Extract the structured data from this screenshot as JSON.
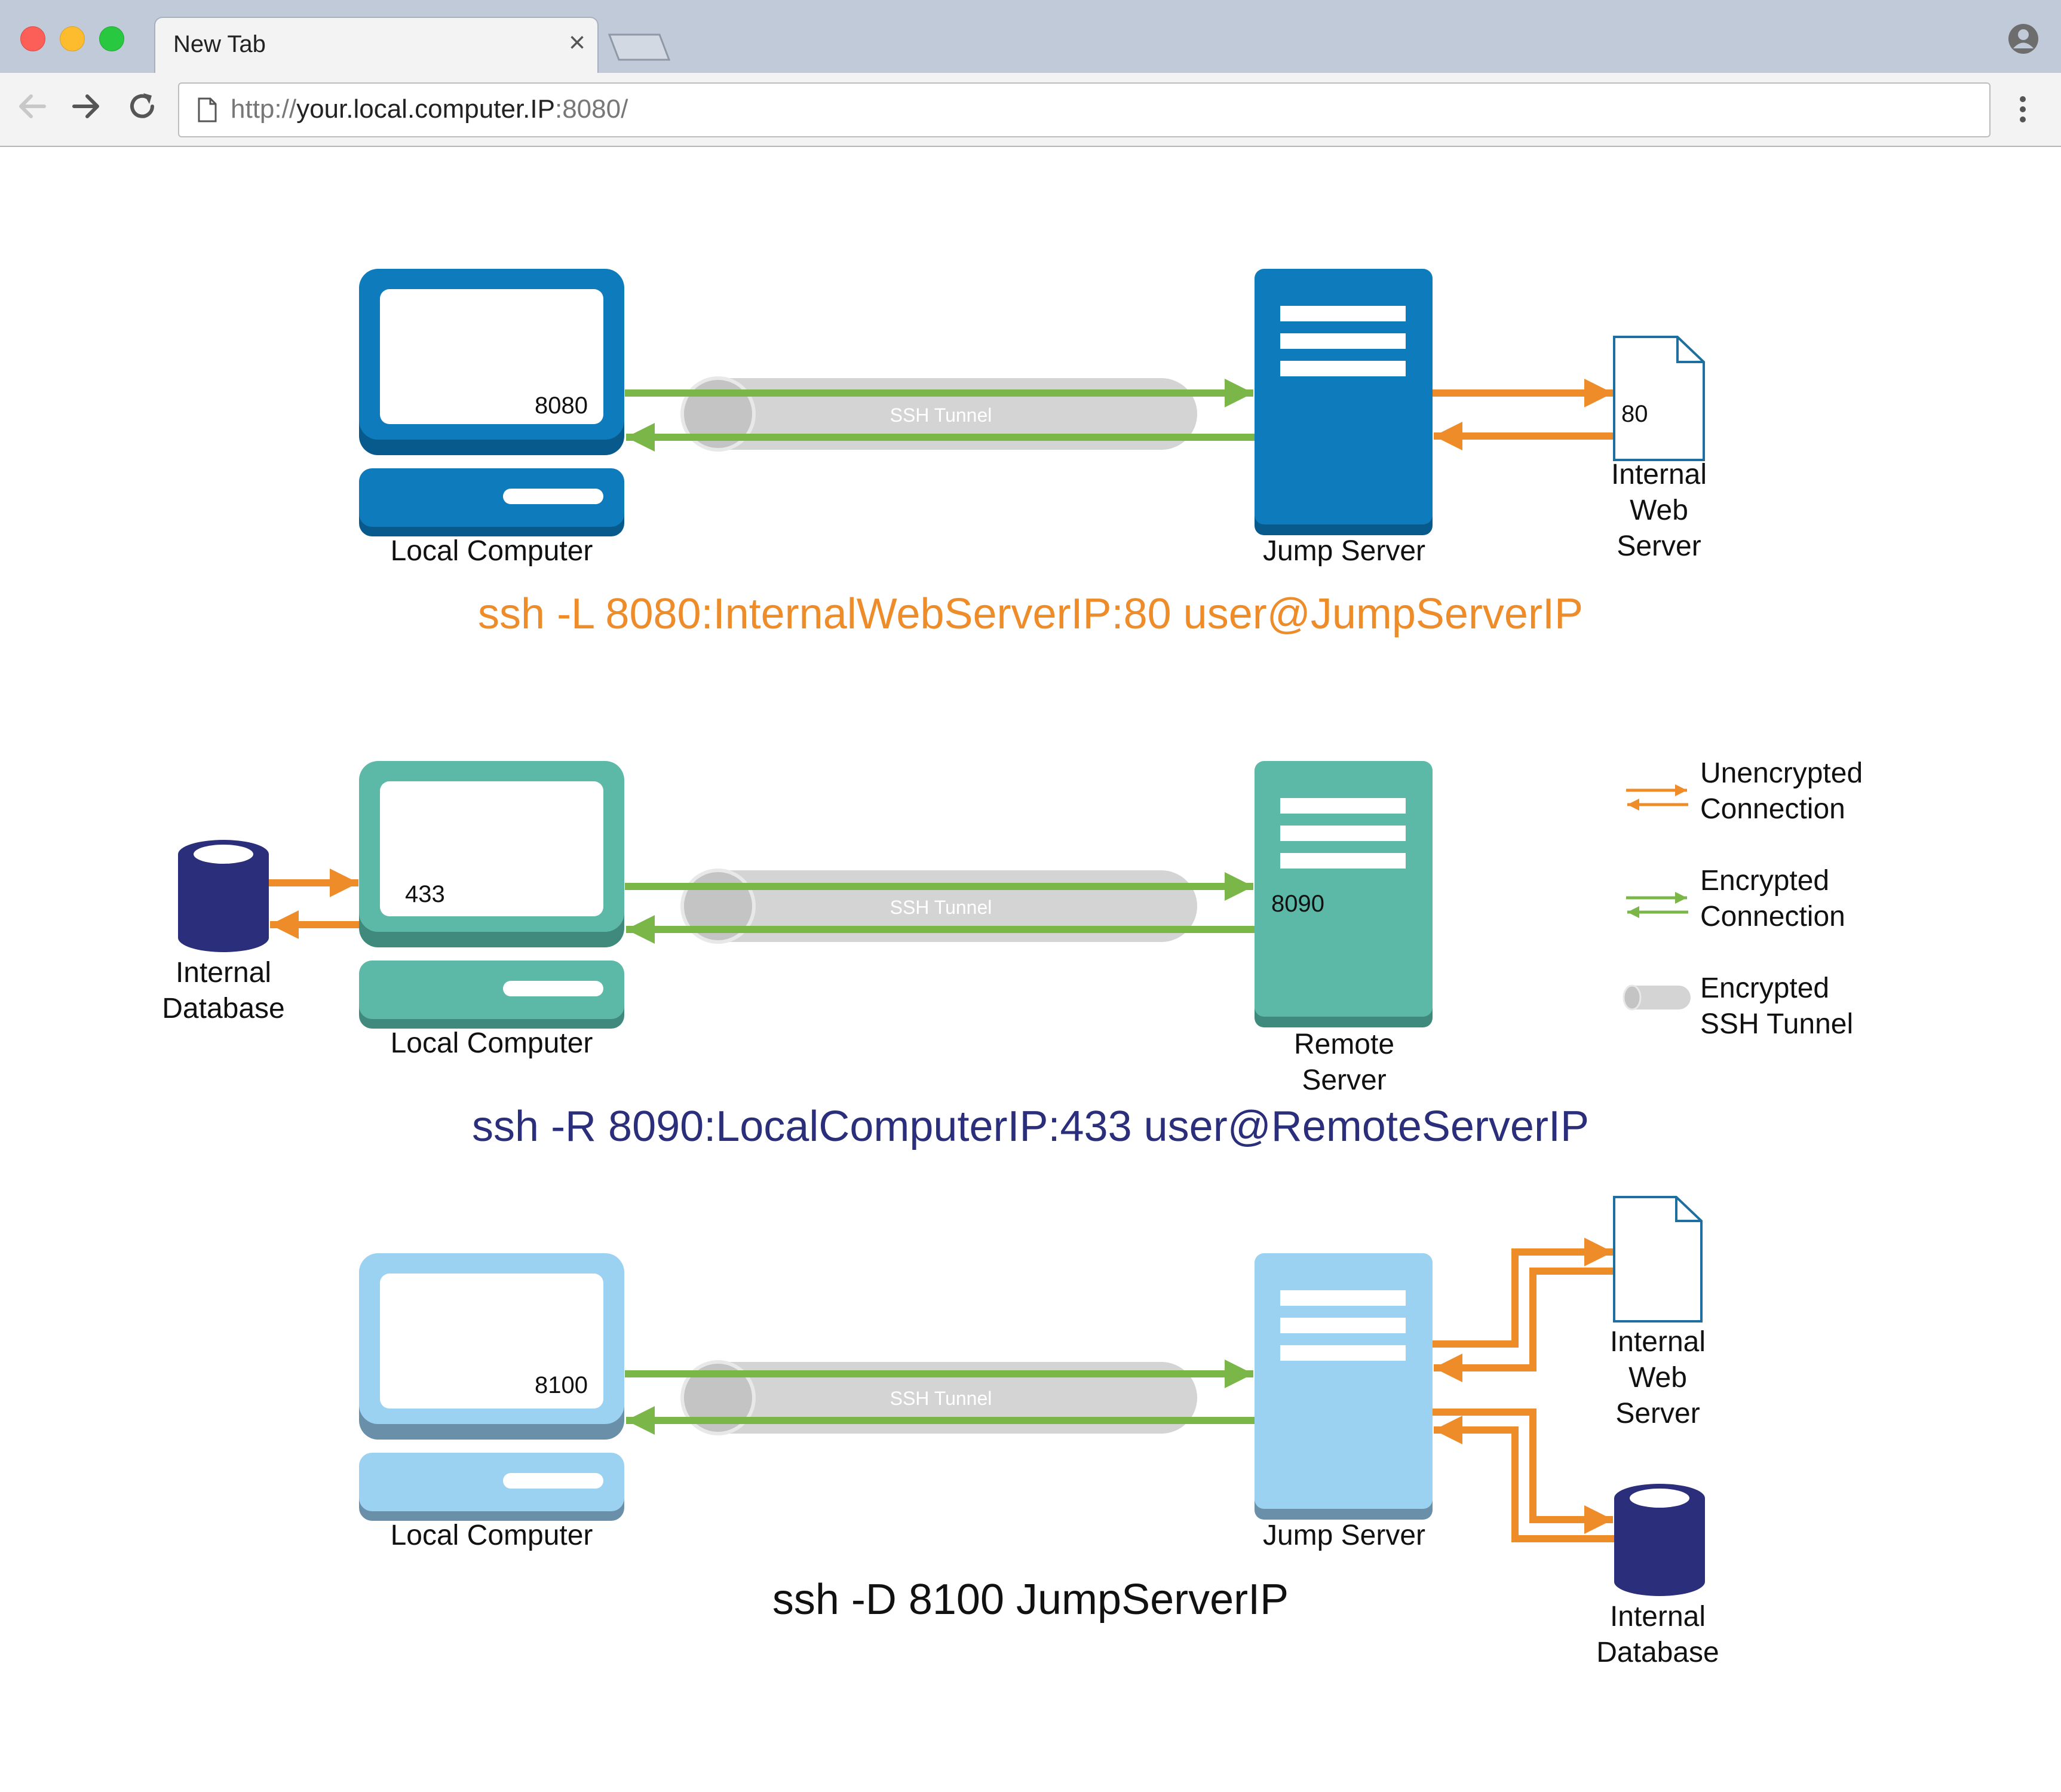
{
  "browser": {
    "tab_title": "New Tab",
    "tab_close": "×",
    "url_scheme": "http://",
    "url_host": "your.local.computer.IP",
    "url_rest": ":8080/"
  },
  "colors": {
    "orange": "#ef8c2a",
    "green": "#7ab648",
    "tunnel_gray": "#d4d4d4",
    "blue_dark": "#0e7bbc",
    "teal": "#5cb9a7",
    "blue_light": "#9cd2f1",
    "navy": "#2b2e7a"
  },
  "icons": [
    "back-arrow-icon",
    "forward-arrow-icon",
    "reload-icon",
    "page-icon",
    "profile-icon",
    "menu-dots-icon",
    "desktop-computer-icon",
    "server-icon",
    "document-icon",
    "database-icon"
  ],
  "common": {
    "ssh_tunnel": "SSH Tunnel",
    "local_computer": "Local Computer"
  },
  "local_forward": {
    "port_local": "8080",
    "port_remote": "80",
    "server_label": "Jump Server",
    "target_line1": "Internal",
    "target_line2": "Web",
    "target_line3": "Server",
    "command": "ssh -L 8080:InternalWebServerIP:80 user@JumpServerIP"
  },
  "remote_forward": {
    "port_local": "433",
    "port_remote": "8090",
    "db_line1": "Internal",
    "db_line2": "Database",
    "server_line1": "Remote",
    "server_line2": "Server",
    "command": "ssh -R 8090:LocalComputerIP:433 user@RemoteServerIP"
  },
  "dynamic_forward": {
    "port_local": "8100",
    "server_label": "Jump Server",
    "web_line1": "Internal",
    "web_line2": "Web",
    "web_line3": "Server",
    "db_line1": "Internal",
    "db_line2": "Database",
    "command": "ssh -D 8100 JumpServerIP"
  },
  "legend": {
    "unencrypted_1": "Unencrypted",
    "unencrypted_2": "Connection",
    "encrypted_1": "Encrypted",
    "encrypted_2": "Connection",
    "tunnel_1": "Encrypted",
    "tunnel_2": "SSH Tunnel"
  }
}
